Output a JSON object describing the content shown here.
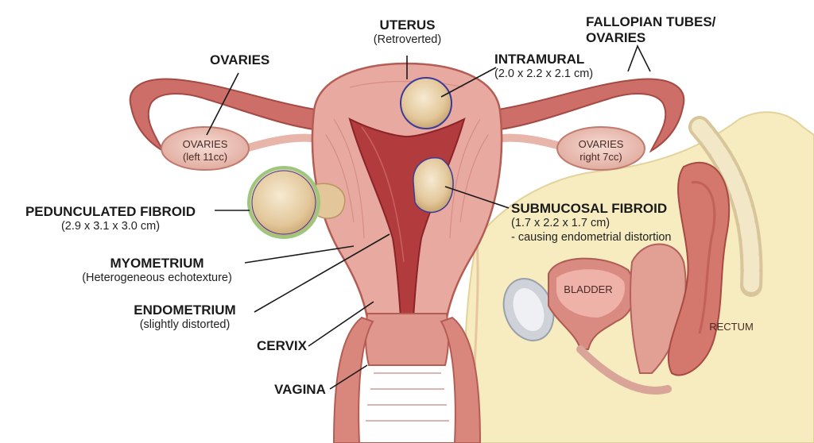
{
  "labels": {
    "uterus": {
      "title": "UTERUS",
      "sub": "(Retroverted)"
    },
    "tubes": {
      "line1": "FALLOPIAN TUBES/",
      "line2": "OVARIES"
    },
    "ovaries": {
      "title": "OVARIES"
    },
    "intramural": {
      "title": "INTRAMURAL",
      "sub": "(2.0 x 2.2 x 2.1 cm)"
    },
    "pedunculated": {
      "title": "PEDUNCULATED FIBROID",
      "sub": "(2.9 x 3.1 x 3.0 cm)"
    },
    "submucosal": {
      "title": "SUBMUCOSAL FIBROID",
      "sub1": "(1.7 x 2.2 x 1.7 cm)",
      "sub2": "- causing endometrial distortion"
    },
    "myometrium": {
      "title": "MYOMETRIUM",
      "sub": "(Heterogeneous echotexture)"
    },
    "endometrium": {
      "title": "ENDOMETRIUM",
      "sub": "(slightly distorted)"
    },
    "cervix": {
      "title": "CERVIX"
    },
    "vagina": {
      "title": "VAGINA"
    }
  },
  "inner_labels": {
    "ovary_left": {
      "line1": "OVARIES",
      "line2": "(left 11cc)"
    },
    "ovary_right": {
      "line1": "OVARIES",
      "line2": "right 7cc)"
    },
    "bladder": "BLADDER",
    "rectum": "RECTUM"
  },
  "colors": {
    "tissue": "#e8a9a0",
    "tissue_dark": "#c4534c",
    "cavity": "#a8343a",
    "ovary": "#f0cbc0",
    "fibroid": "#e9d3ad",
    "intramural_ring": "#3a3a9a",
    "pedunculated_ring": "#9cc77d",
    "background_body": "#f6ecc0",
    "spine": "#efe3c0"
  }
}
